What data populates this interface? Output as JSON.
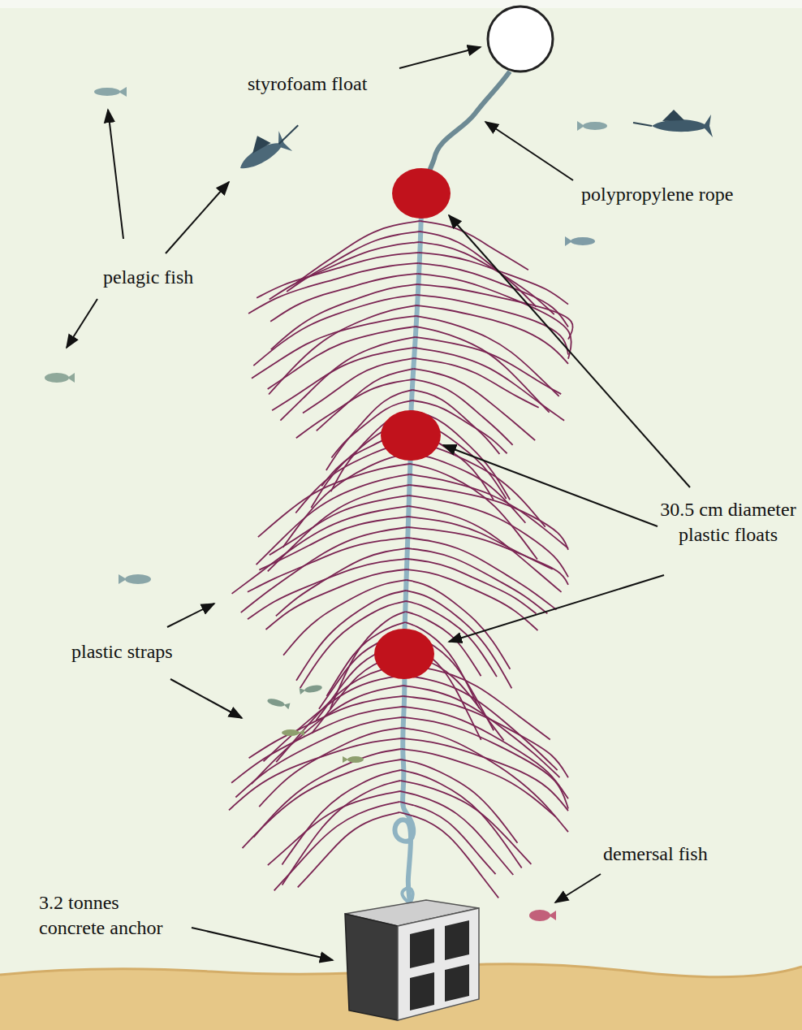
{
  "diagram": {
    "labels": [
      "styrofoam float",
      "polypropylene rope",
      "pelagic fish",
      "30.5 cm diameter plastic floats",
      "plastic straps",
      "demersal fish",
      "3.2 tonnes concrete anchor"
    ]
  }
}
